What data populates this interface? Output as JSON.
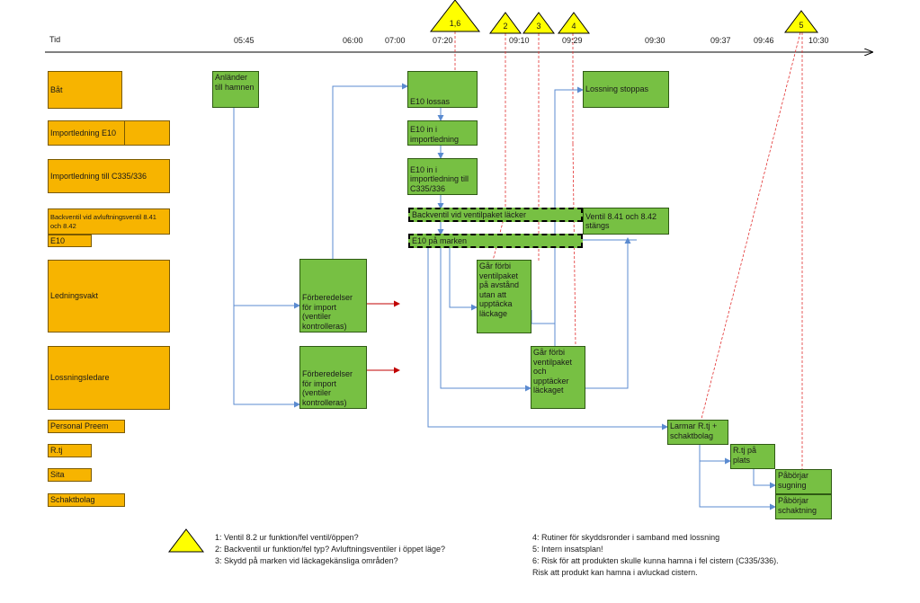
{
  "axis": {
    "label": "Tid",
    "times": [
      "05:45",
      "06:00",
      "07:00",
      "07:20",
      "09:10",
      "09:29",
      "09:30",
      "09:37",
      "09:46",
      "10:30"
    ]
  },
  "markers": [
    "1,6",
    "2",
    "3",
    "4",
    "5"
  ],
  "lanes": [
    "Båt",
    "Importledning E10",
    "Importledning till C335/336",
    "Backventil vid avluftningsventil 8.41 och 8.42",
    "E10",
    "Ledningsvakt",
    "Lossningsledare",
    "Personal Preem",
    "R.tj",
    "Sita",
    "Schaktbolag"
  ],
  "events": {
    "anlander": "Anländer till hamnen",
    "forberedelser1": "Förberedelser för import (ventiler kontrolleras)",
    "forberedelser2": "Förberedelser för import (ventiler kontrolleras)",
    "e10_lossas": "E10 lossas",
    "e10_in": "E10 in i importledning",
    "e10_in_c": "E10 in i importledning till C335/336",
    "backventil": "Backventil vid ventilpaket läcker",
    "e10_marken": "E10 på marken",
    "lossning_stoppas": "Lossning stoppas",
    "ventil_stangs": "Ventil 8.41 och 8.42 stängs",
    "gar_forbi1": "Går förbi ventilpaket på avstånd utan att upptäcka läckage",
    "gar_forbi2": "Går förbi ventilpaket och upptäcker läckaget",
    "larmar": "Larmar R.tj + schaktbolag",
    "rtj_plats": "R.tj på plats",
    "sugning": "Påbörjar sugning",
    "schaktning": "Påbörjar schaktning"
  },
  "notes": {
    "n1": "1: Ventil 8.2 ur funktion/fel ventil/öppen?",
    "n2": "2: Backventil ur funktion/fel typ? Avluftningsventiler i öppet läge?",
    "n3": "3: Skydd på marken vid läckagekänsliga områden?",
    "n4": "4: Rutiner för skyddsronder i samband med lossning",
    "n5": "5: Intern insatsplan!",
    "n6": "6: Risk för att produkten skulle kunna hamna i fel cistern (C335/336).",
    "n6b": "Risk att produkt kan hamna i avluckad cistern."
  },
  "colors": {
    "lane": "#F7B400",
    "event": "#77C043",
    "flow": "#5B8BD0",
    "risk": "#C00000",
    "marker": "#FFFF00"
  }
}
